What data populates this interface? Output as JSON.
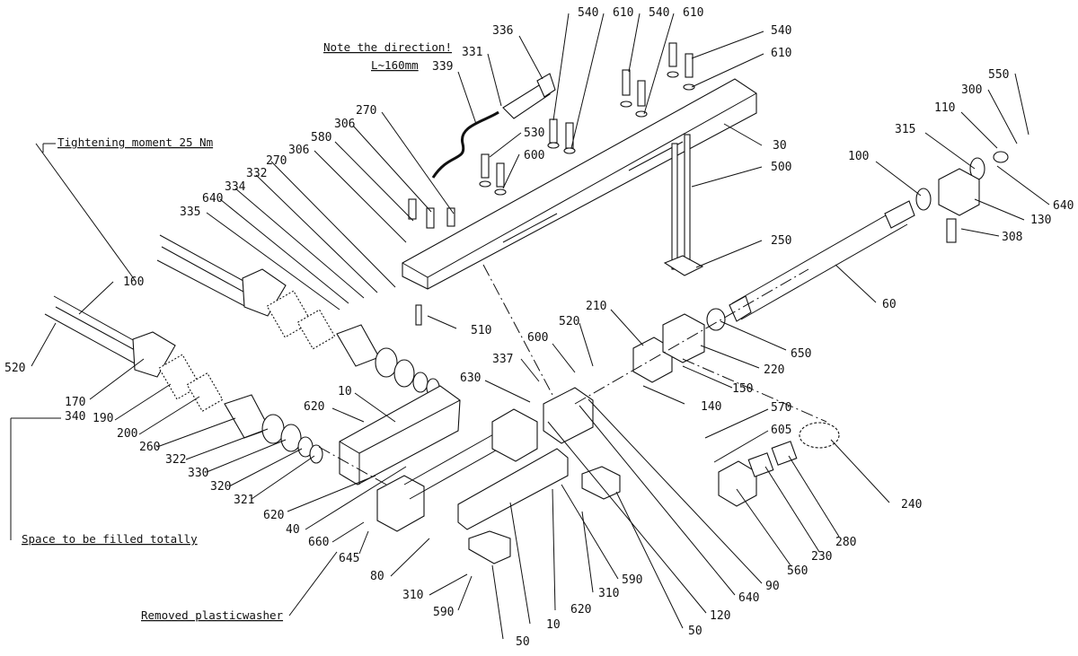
{
  "notes": {
    "direction": "Note the direction!",
    "length": "L~160mm",
    "torque": "Tightening moment 25 Nm",
    "space": "Space to be filled totally",
    "washer": "Removed plasticwasher"
  },
  "labels": [
    "331",
    "339",
    "336",
    "540",
    "610",
    "540",
    "610",
    "540",
    "610",
    "530",
    "600",
    "30",
    "500",
    "270",
    "306",
    "580",
    "306",
    "270",
    "332",
    "334",
    "640",
    "335",
    "160",
    "520",
    "250",
    "510",
    "600",
    "520",
    "210",
    "337",
    "630",
    "10",
    "620",
    "170",
    "340",
    "190",
    "200",
    "260",
    "322",
    "330",
    "320",
    "321",
    "620",
    "40",
    "660",
    "645",
    "80",
    "310",
    "590",
    "50",
    "10",
    "620",
    "310",
    "590",
    "50",
    "120",
    "640",
    "90",
    "560",
    "230",
    "280",
    "240",
    "605",
    "570",
    "150",
    "140",
    "220",
    "650",
    "60",
    "100",
    "315",
    "110",
    "300",
    "550",
    "640",
    "130",
    "308"
  ]
}
